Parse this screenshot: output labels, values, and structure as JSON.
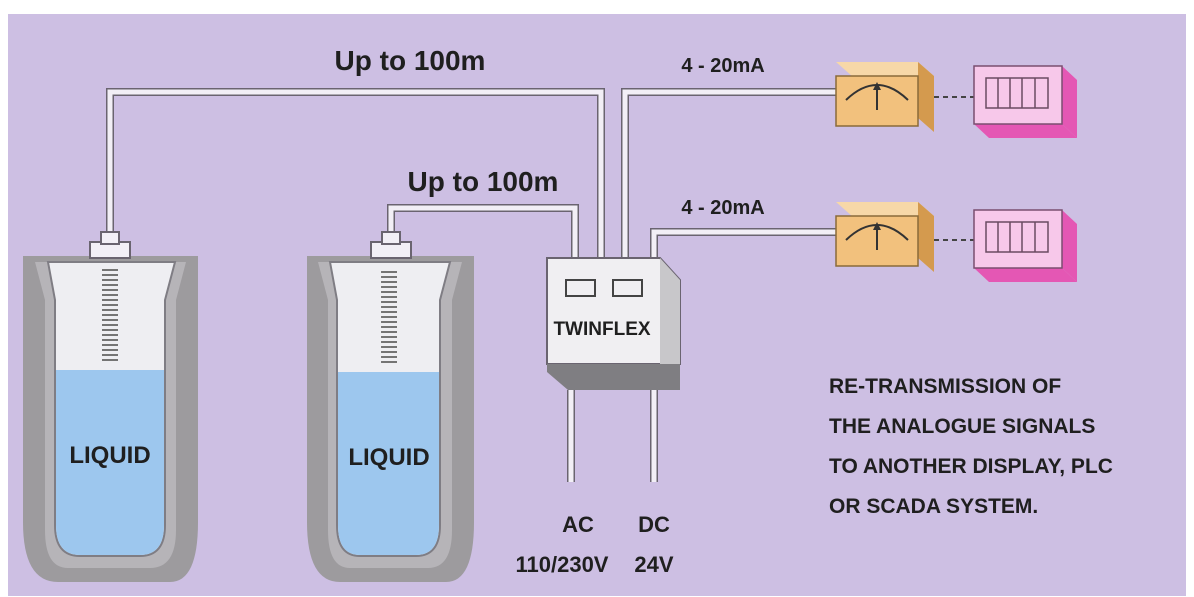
{
  "colors": {
    "background": "#cdbfe3",
    "tube_fill": "#f2eff6",
    "tube_stroke": "#6a6470",
    "housing": "#9d9b9e",
    "housing_inner": "#b6b4b8",
    "container": "#eeeef2",
    "liquid": "#9dc7ee",
    "twinflex_top": "#f0eff2",
    "twinflex_front": "#c8c7ca",
    "twinflex_bottom": "#7f7e82",
    "meter_face": "#f2c17d",
    "meter_top": "#f7d8a8",
    "meter_side": "#d49a4e",
    "display_face": "#f7c8ea",
    "display_side": "#e457b4",
    "text": "#1f1f1f"
  },
  "cable_labels": {
    "long": "Up to 100m",
    "short": "Up to 100m"
  },
  "tanks": [
    {
      "label": "LIQUID"
    },
    {
      "label": "LIQUID"
    }
  ],
  "controller": {
    "label": "TWINFLEX"
  },
  "outputs": [
    {
      "signal": "4 - 20mA",
      "meter_icon": "gauge-icon",
      "display_icon": "digital-display-icon"
    },
    {
      "signal": "4 - 20mA",
      "meter_icon": "gauge-icon",
      "display_icon": "digital-display-icon"
    }
  ],
  "power": {
    "ac_label": "AC",
    "ac_value": "110/230V",
    "dc_label": "DC",
    "dc_value": "24V"
  },
  "note": {
    "lines": [
      "RE-TRANSMISSION OF",
      "THE ANALOGUE SIGNALS",
      "TO ANOTHER DISPLAY, PLC",
      "OR SCADA SYSTEM."
    ]
  }
}
